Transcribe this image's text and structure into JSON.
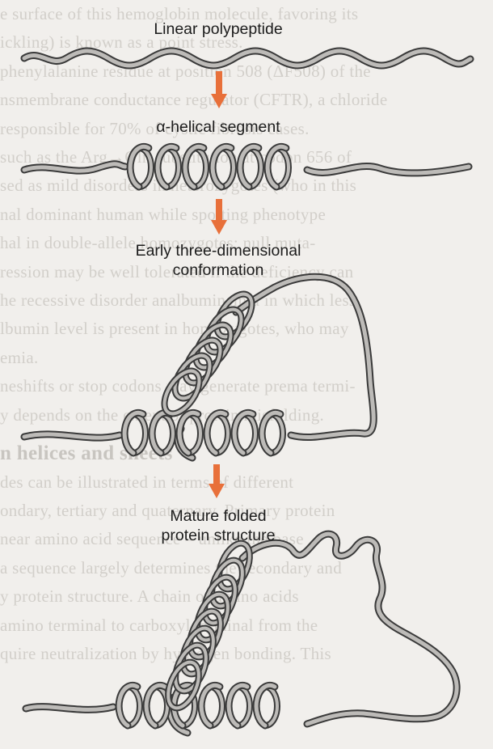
{
  "labels": {
    "step1": "Linear polypeptide",
    "step2": "α-helical segment",
    "step3": [
      "Early three-dimensional",
      "conformation"
    ],
    "step4": [
      "Mature folded",
      "protein structure"
    ]
  },
  "colors": {
    "arrow": "#e8703a",
    "strand_fill": "#bdbbb8",
    "strand_outline": "#3a3a3a",
    "background": "#f1efec",
    "background_text": "#d2cfca"
  },
  "background_text": {
    "lines": [
      "e surface of this hemoglobin molecule, favoring its",
      "ickling) is known as a point stress.",
      "phenylalanine residue at position 508 (ΔF508) of the",
      "nsmembrane conductance regulator (CFTR), a chloride",
      "responsible for 70% of cystic fibrosis cases.",
      "such as the Arg→Gln substitution at codon 656 of",
      "sed as mild disorders in heterozygotes (who in this",
      "nal dominant human while spotting phenotype",
      "hal in double-allele homozygotes; null muta-",
      "ression may be well tolerated if the deficiency can",
      "he recessive disorder analbuminemia in which less",
      "lbumin level is present in homozygotes, who may",
      "emia.",
      "neshifts or stop codons may generate prema termi-",
      "y depends on the extent of protein misfolding.",
      "",
      "n helices and sheets",
      "des can be illustrated in terms of different",
      "ondary, tertiary and quaternary. Primary protein",
      "near amino acid sequence – unlike the base",
      "a sequence largely determines the secondary and",
      "y protein structure. A chain of amino acids",
      "amino terminal to carboxyl terminal from the",
      "quire neutralization by hydrogen bonding. This"
    ]
  }
}
